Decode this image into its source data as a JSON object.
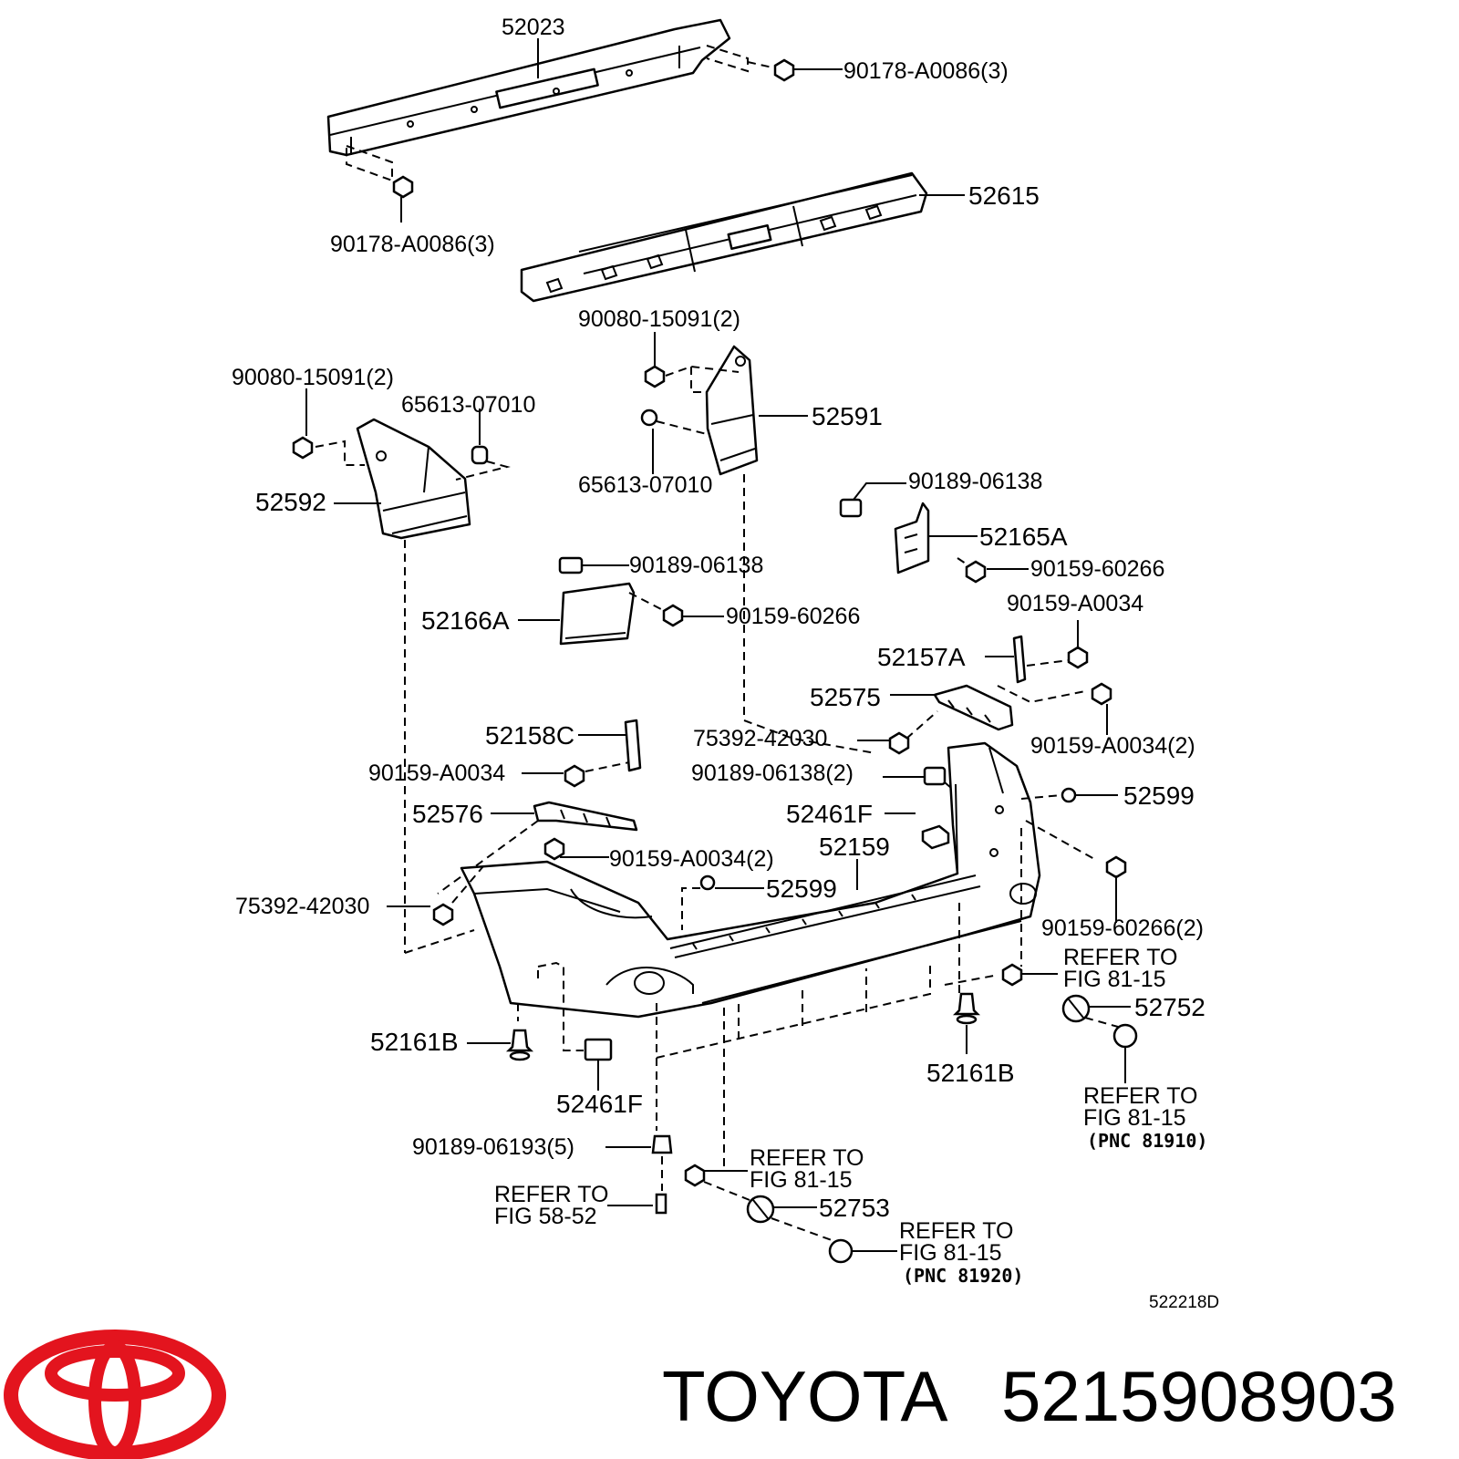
{
  "diagram": {
    "callouts": {
      "p52023": "52023",
      "p90178_top": "90178-A0086(3)",
      "p90178_left": "90178-A0086(3)",
      "p52615": "52615",
      "p90080_c": "90080-15091(2)",
      "p90080_l": "90080-15091(2)",
      "p65613_l": "65613-07010",
      "p65613_c": "65613-07010",
      "p52591": "52591",
      "p52592": "52592",
      "p90189_r": "90189-06138",
      "p52165A": "52165A",
      "p90159_60266_r": "90159-60266",
      "p90189_c": "90189-06138",
      "p52166A": "52166A",
      "p90159_60266_c": "90159-60266",
      "p90159_A0034_r": "90159-A0034",
      "p52157A": "52157A",
      "p52575": "52575",
      "p52158C": "52158C",
      "p75392_c": "75392-42030",
      "p90159_A0034_r2": "90159-A0034(2)",
      "p90159_A0034_l": "90159-A0034",
      "p90189_2": "90189-06138(2)",
      "p52599_r": "52599",
      "p52576": "52576",
      "p52461F_c": "52461F",
      "p52159": "52159",
      "p90159_A0034_2c": "90159-A0034(2)",
      "p52599_c": "52599",
      "p75392_l": "75392-42030",
      "p90159_60266_2": "90159-60266(2)",
      "p52161B_r": "52161B",
      "p52161B_l": "52161B",
      "p52461F_b": "52461F",
      "p90189_06193": "90189-06193(5)",
      "p52752": "52752",
      "p52753": "52753"
    },
    "refs": {
      "refer_to": "REFER TO",
      "fig_81_15": "FIG 81-15",
      "fig_58_52": "FIG 58-52",
      "pnc_81910": "(PNC 81910)",
      "pnc_81920": "(PNC 81920)"
    },
    "diagram_code": "522218D"
  },
  "footer": {
    "brand": "TOYOTA",
    "part_number": "5215908903",
    "logo_color": "#e3141e"
  }
}
